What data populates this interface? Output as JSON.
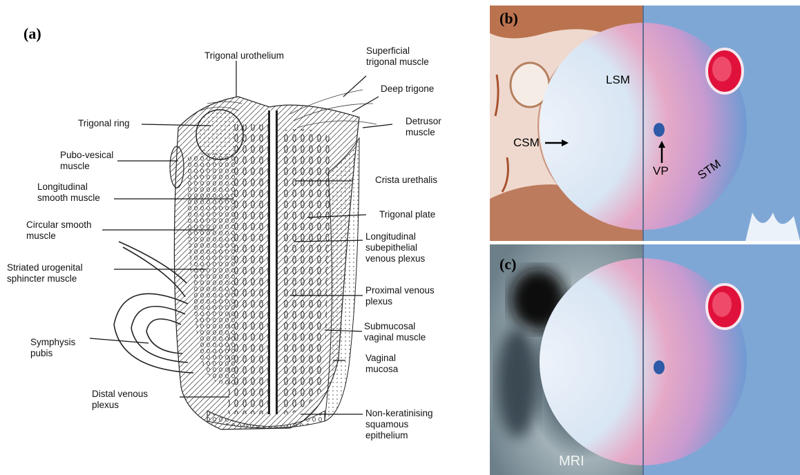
{
  "panel_a": {
    "label": "(a)",
    "labels": {
      "trigonal_urothelium": "Trigonal urothelium",
      "superficial_trigonal": "Superficial\ntrigonal muscle",
      "deep_trigone": "Deep trigone",
      "detrusor": "Detrusor\nmuscle",
      "trigonal_ring": "Trigonal ring",
      "pubo_vesical": "Pubo-vesical\nmuscle",
      "longitudinal_smooth": "Longitudinal\nsmooth muscle",
      "circular_smooth": "Circular smooth\nmuscle",
      "striated_urogenital": "Striated urogenital\nsphincter muscle",
      "symphysis": "Symphysis\npubis",
      "distal_venous": "Distal venous\nplexus",
      "crista": "Crista urethalis",
      "trigonal_plate": "Trigonal plate",
      "longitudinal_subepithelial": "Longitudinal\nsubepithelial\nvenous plexus",
      "proximal_venous": "Proximal venous\nplexus",
      "submucosal_vaginal": "Submucosal\nvaginal muscle",
      "vaginal_mucosa": "Vaginal\nmucosa",
      "non_keratinising": "Non-keratinising\nsquamous\nepithelium"
    }
  },
  "panel_b": {
    "label": "(b)",
    "annotations": {
      "lsm": "LSM",
      "csm": "CSM",
      "vp": "VP",
      "stm": "STM"
    }
  },
  "panel_c": {
    "label": "(c)",
    "annotations": {
      "mri": "MRI"
    }
  },
  "colors": {
    "histology_pink": "#efd9cf",
    "histology_brown": "#a8522e",
    "trichrome_blue": "#7fa7d6",
    "trichrome_pink": "#e1a9c4",
    "vessel_red": "#e0123b",
    "mri_gray": "#7d8e96"
  }
}
